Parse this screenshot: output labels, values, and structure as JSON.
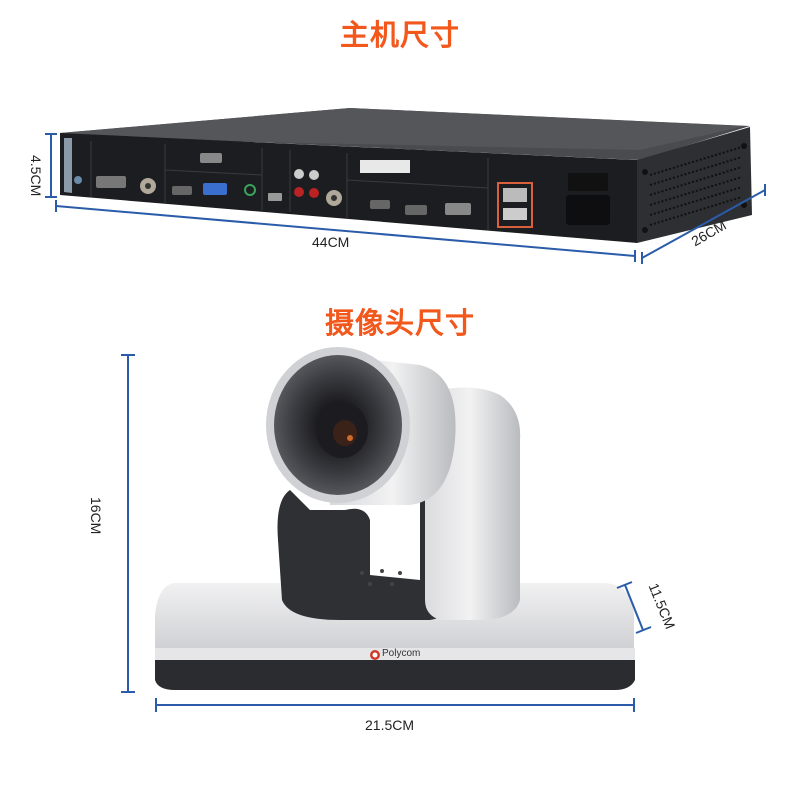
{
  "colors": {
    "title": "#f2571b",
    "dimension_line": "#2a5caa",
    "label": "#222222"
  },
  "host": {
    "title": "主机尺寸",
    "dimensions": {
      "height": "4.5CM",
      "width": "44CM",
      "depth": "26CM"
    },
    "image_icon": "codec-rear-panel-image"
  },
  "camera": {
    "title": "摄像头尺寸",
    "dimensions": {
      "height": "16CM",
      "width": "21.5CM",
      "depth": "11.5CM"
    },
    "brand": "Polycom",
    "image_icon": "ptz-camera-image"
  }
}
